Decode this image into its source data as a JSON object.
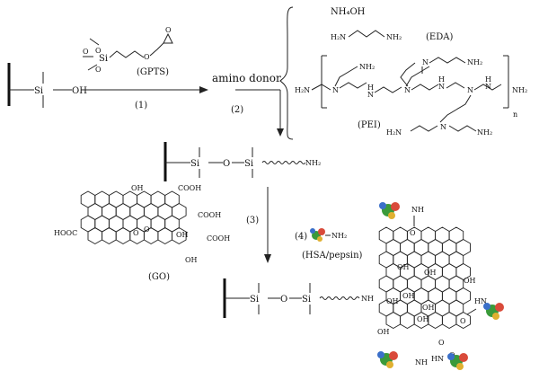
{
  "reagents": {
    "gpts": "(GPTS)",
    "amino_donor": "amino donor",
    "ammonia": "NH₄OH",
    "eda": "(EDA)",
    "pei": "(PEI)",
    "pei_n": "n",
    "go": "(GO)",
    "protein": "(HSA/pepsin)"
  },
  "steps": {
    "s1": "(1)",
    "s2": "(2)",
    "s3": "(3)",
    "s4": "(4)"
  },
  "atoms": {
    "si": "Si",
    "oh": "OH",
    "o": "O",
    "nh2": "NH₂",
    "h2n": "H₂N",
    "nh": "NH",
    "hn": "HN",
    "n": "N",
    "h": "H",
    "cooh": "COOH",
    "hooc": "HOOC"
  }
}
